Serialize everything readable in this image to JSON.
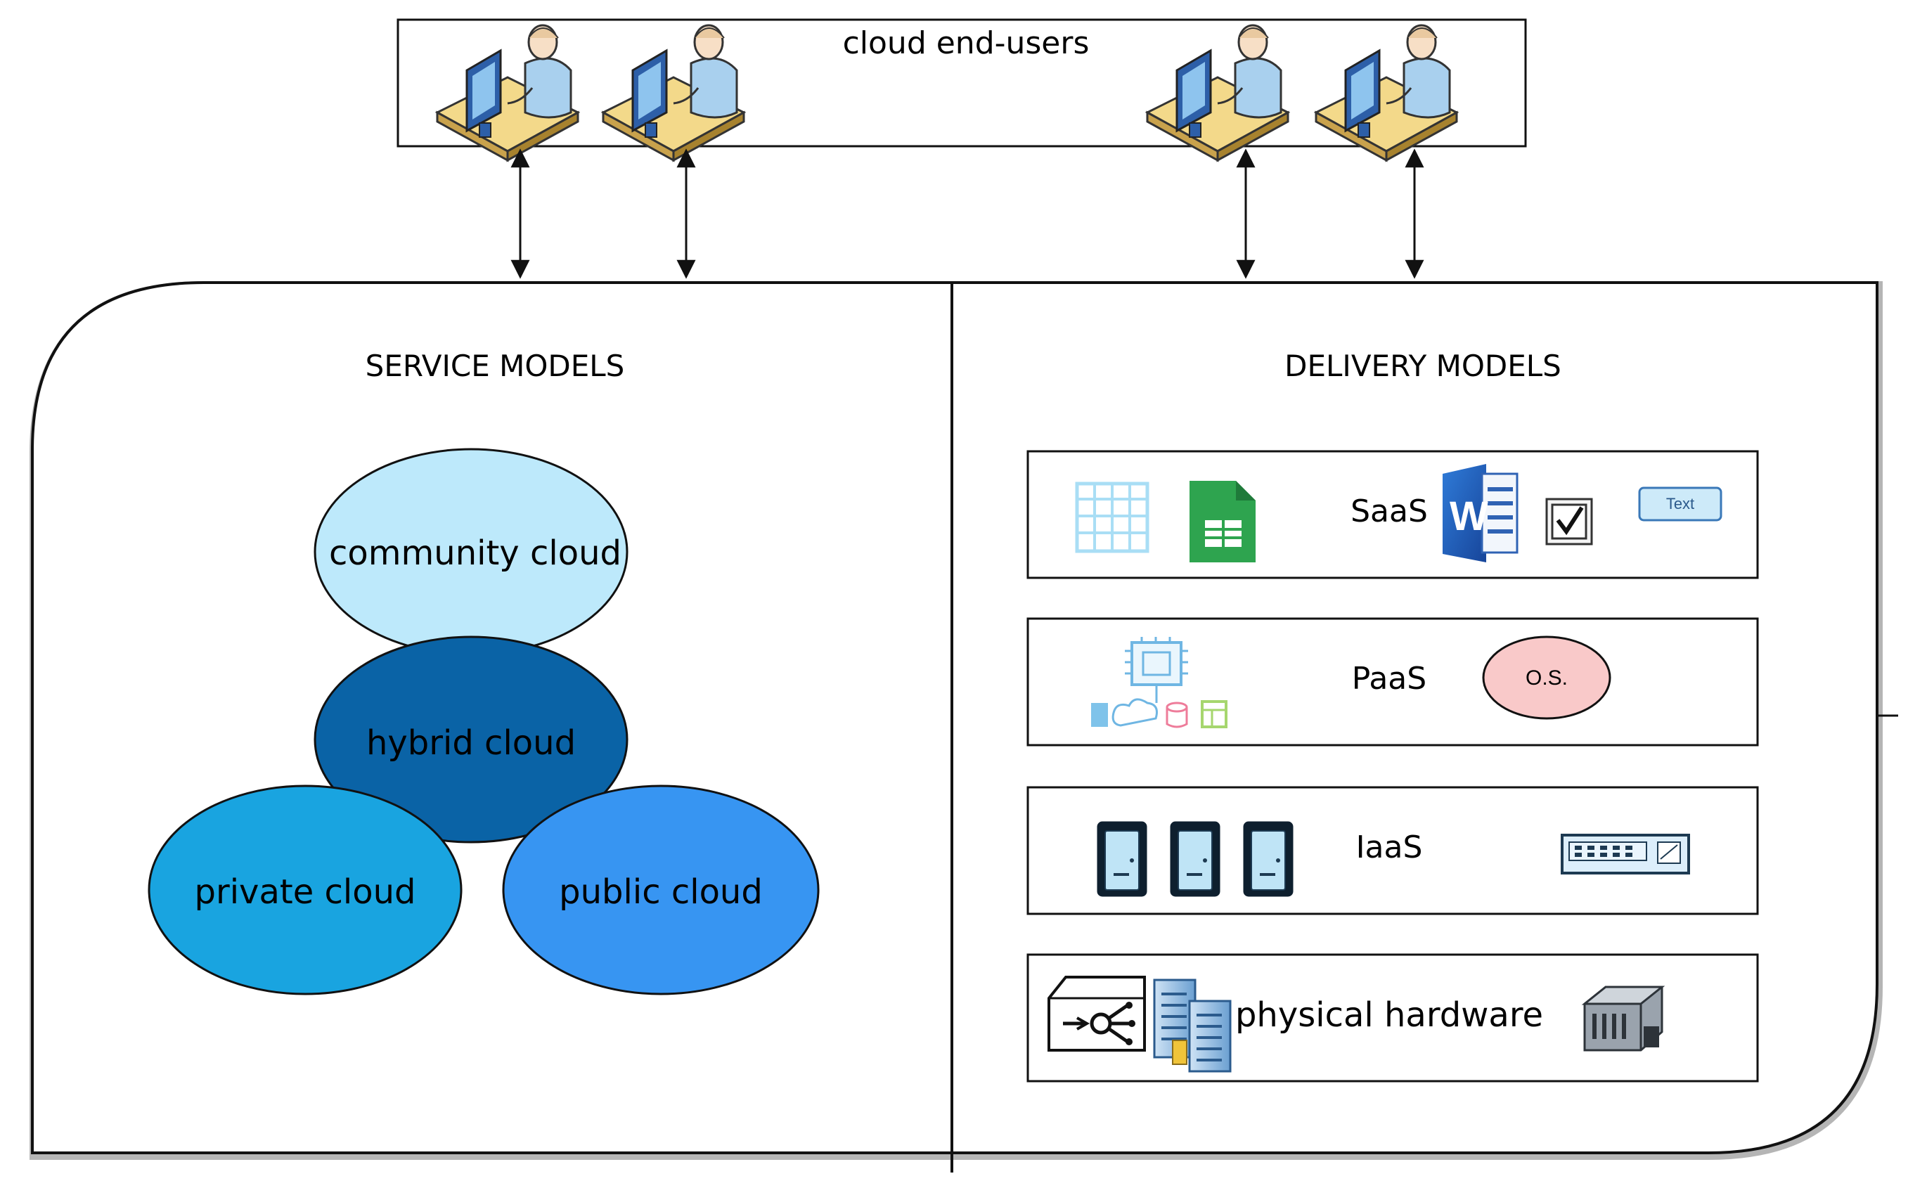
{
  "users": {
    "title": "cloud end-users",
    "icon": "user-at-workstation-icon",
    "count": 4
  },
  "service_models": {
    "heading": "SERVICE MODELS",
    "clouds": [
      {
        "key": "community",
        "label": "community cloud",
        "color": "#bde9fb"
      },
      {
        "key": "hybrid",
        "label": "hybrid cloud",
        "color": "#0a63a6"
      },
      {
        "key": "private",
        "label": "private cloud",
        "color": "#19a4e0"
      },
      {
        "key": "public",
        "label": "public cloud",
        "color": "#3795f2"
      }
    ]
  },
  "delivery_models": {
    "heading": "DELIVERY MODELS",
    "layers": [
      {
        "key": "saas",
        "label": "SaaS",
        "icons": [
          "calendar-icon",
          "spreadsheet-icon",
          "word-document-icon",
          "checkbox-icon",
          "text-box-icon"
        ],
        "textbox_label": "Text"
      },
      {
        "key": "paas",
        "label": "PaaS",
        "icons": [
          "ai-chip-icon",
          "os-icon"
        ],
        "os_label": "O.S."
      },
      {
        "key": "iaas",
        "label": "IaaS",
        "icons": [
          "server-icon",
          "network-switch-icon"
        ]
      },
      {
        "key": "hardware",
        "label": "physical hardware",
        "icons": [
          "router-icon",
          "datacenter-icon",
          "hardware-device-icon"
        ]
      }
    ]
  },
  "colors": {
    "community": "#bde9fb",
    "hybrid": "#0a63a6",
    "private": "#19a4e0",
    "public": "#3795f2",
    "os_fill": "#f9c9c9",
    "outline": "#111111"
  }
}
